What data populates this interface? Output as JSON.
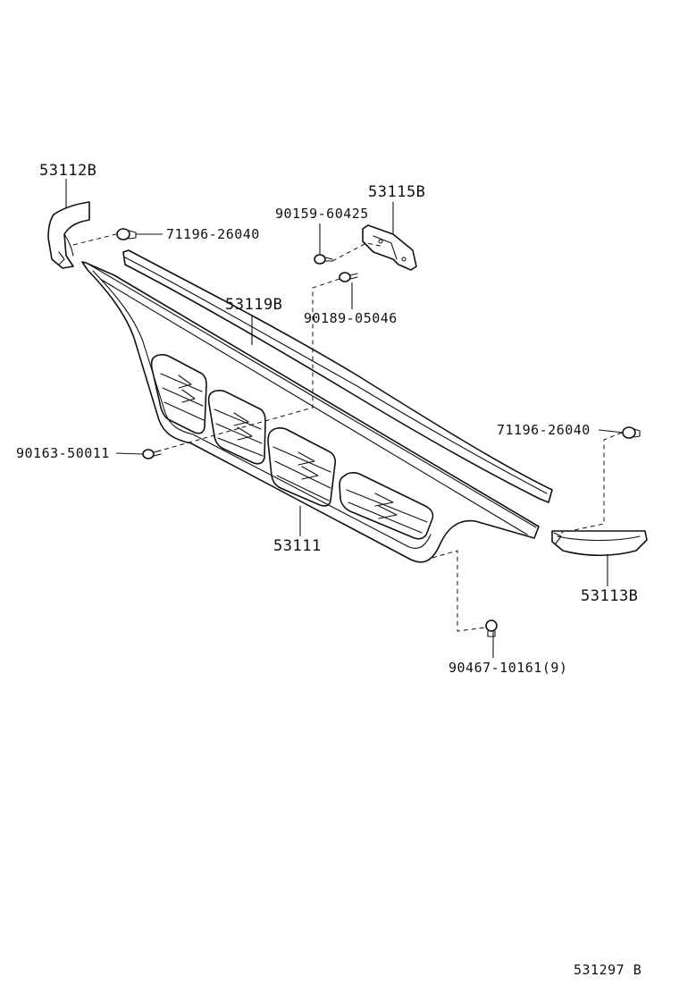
{
  "labels": {
    "p53112B": "53112B",
    "p53115B": "53115B",
    "p90159": "90159-60425",
    "p71196a": "71196-26040",
    "p53119B": "53119B",
    "p90189": "90189-05046",
    "p71196b": "71196-26040",
    "p90163": "90163-50011",
    "p53111": "53111",
    "p53113B": "53113B",
    "p90467": "90467-10161(9)",
    "diagram_code": "531297 B"
  },
  "colors": {
    "line": "#111111",
    "background": "#ffffff"
  }
}
